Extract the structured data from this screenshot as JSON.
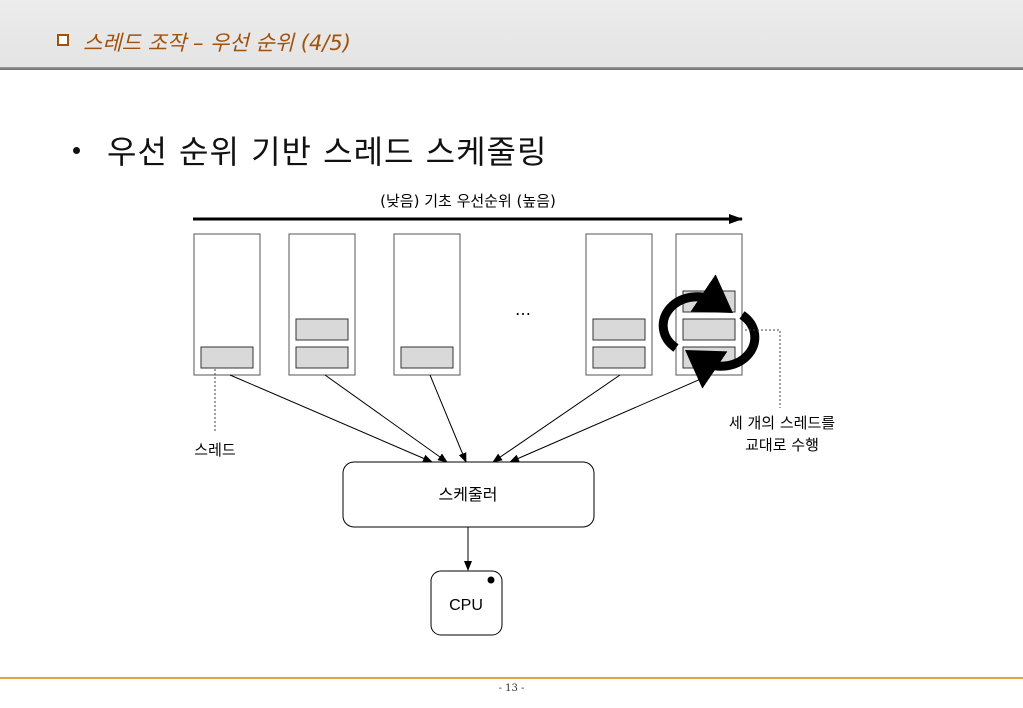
{
  "slide": {
    "title": "스레드 조작 – 우선 순위 (4/5)",
    "bullet": "우선 순위 기반 스레드 스케줄링",
    "page_number": "- 13 -"
  },
  "diagram": {
    "priority_label": "(낮음) 기초 우선순위 (높음)",
    "ellipsis": "…",
    "thread_label": "스레드",
    "rotation_label_line1": "세 개의 스레드를",
    "rotation_label_line2": "교대로 수행",
    "scheduler_label": "스케줄러",
    "cpu_label": "CPU",
    "queue_thread_counts": [
      1,
      2,
      1,
      2,
      3
    ]
  },
  "colors": {
    "title": "#a0520d",
    "footer_rule": "#e8a33b",
    "thread_fill": "#d9d9d9"
  }
}
